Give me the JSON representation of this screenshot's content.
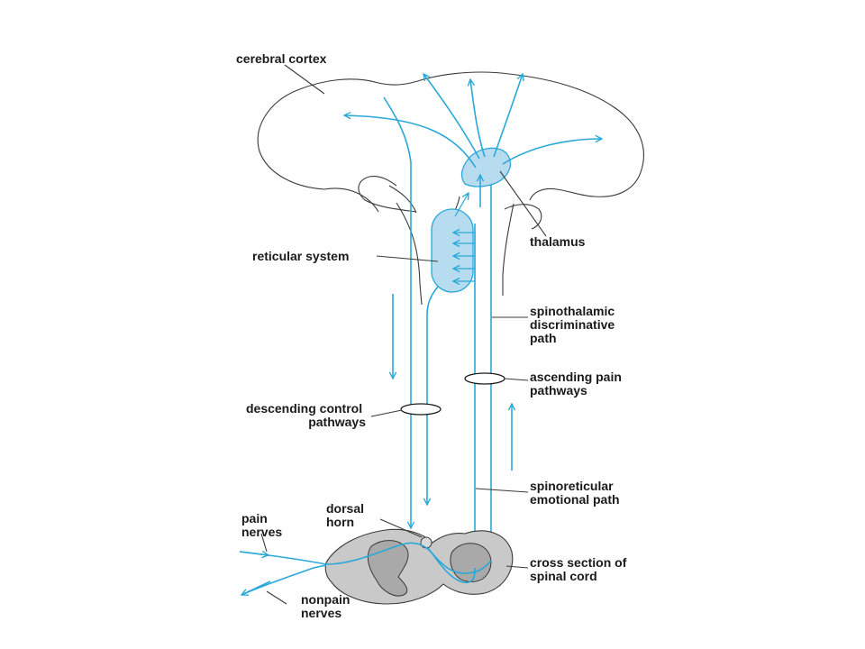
{
  "colors": {
    "pathway": "#29a8d8",
    "structure_fill": "#b7dcef",
    "spinal_cord_fill": "#c9c9c9",
    "spinal_cord_gray_matter": "#a9a9a9",
    "outline": "#3a3a3a",
    "label_text": "#1a1a1a"
  },
  "labels": {
    "cerebral_cortex": [
      "cerebral cortex"
    ],
    "reticular_system": [
      "reticular system"
    ],
    "thalamus": [
      "thalamus"
    ],
    "spinothalamic": [
      "spinothalamic",
      "discriminative",
      "path"
    ],
    "ascending_pain": [
      "ascending pain",
      "pathways"
    ],
    "descending_control": [
      "descending control",
      "pathways"
    ],
    "spinoreticular": [
      "spinoreticular",
      "emotional path"
    ],
    "dorsal_horn": [
      "dorsal",
      "horn"
    ],
    "pain_nerves": [
      "pain",
      "nerves"
    ],
    "cross_section": [
      "cross section of",
      "spinal cord"
    ],
    "nonpain_nerves": [
      "nonpain",
      "nerves"
    ]
  }
}
